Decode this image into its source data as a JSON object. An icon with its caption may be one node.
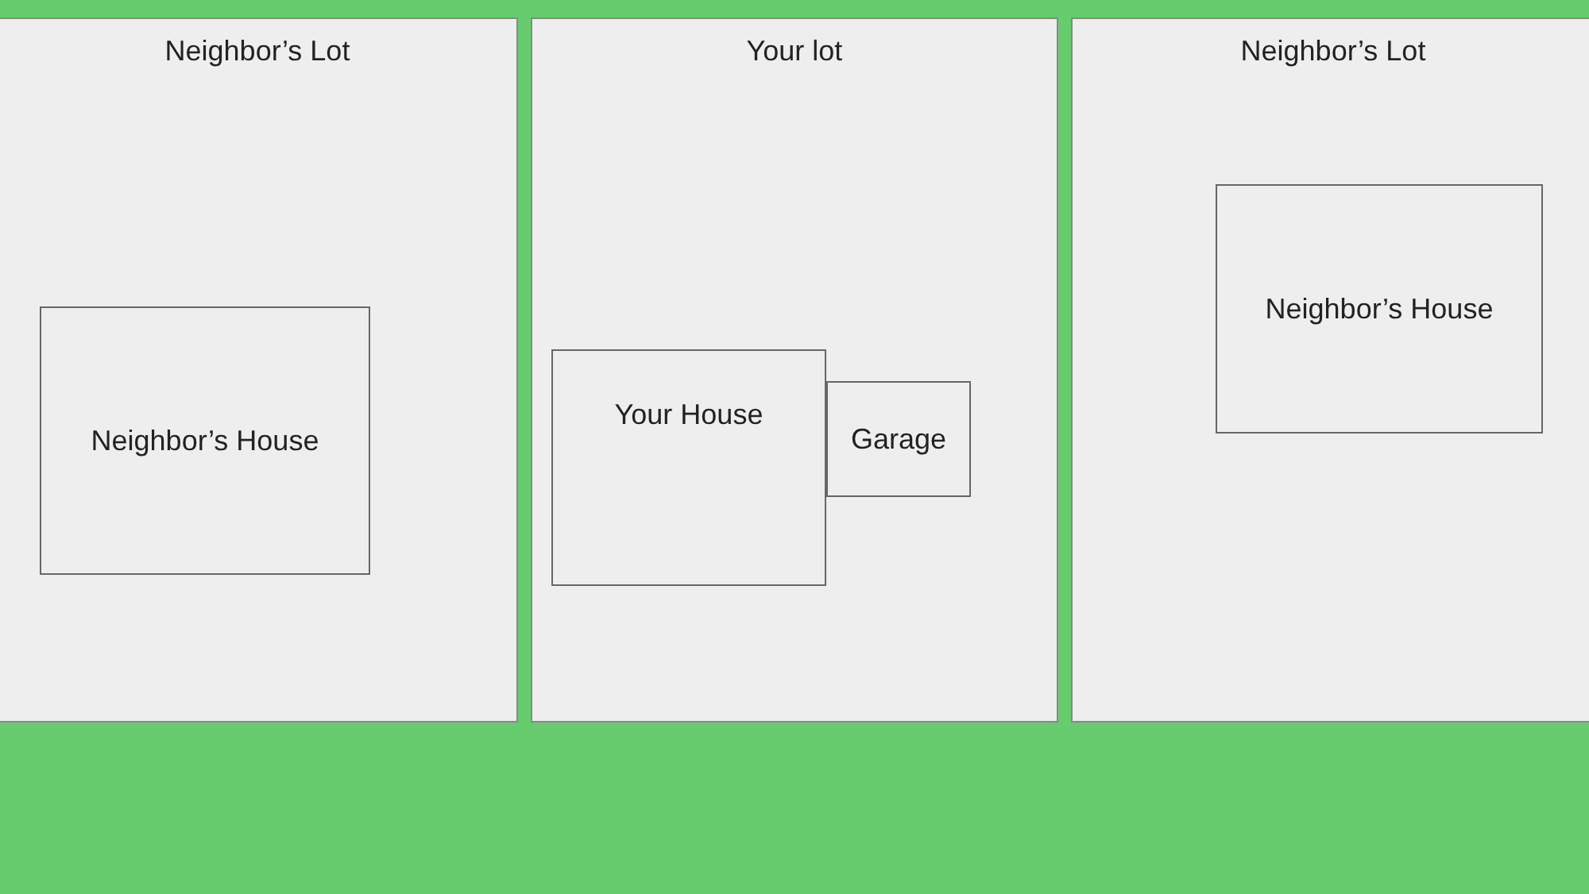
{
  "diagram": {
    "nodes": [
      {
        "text": [
          "Neighbor’s Lot"
        ]
      },
      {
        "text": [
          "Neighbor’s House"
        ],
        "in": 0
      },
      {
        "text": [
          "Your lot"
        ]
      },
      {
        "text": [
          "Your House"
        ],
        "in": 2
      },
      {
        "text": [
          "Garage"
        ],
        "in": 2
      },
      {
        "text": [
          "Neighbor’s Lot"
        ]
      },
      {
        "text": [
          "Neighbor’s House"
        ],
        "in": 5
      }
    ],
    "edges": []
  }
}
